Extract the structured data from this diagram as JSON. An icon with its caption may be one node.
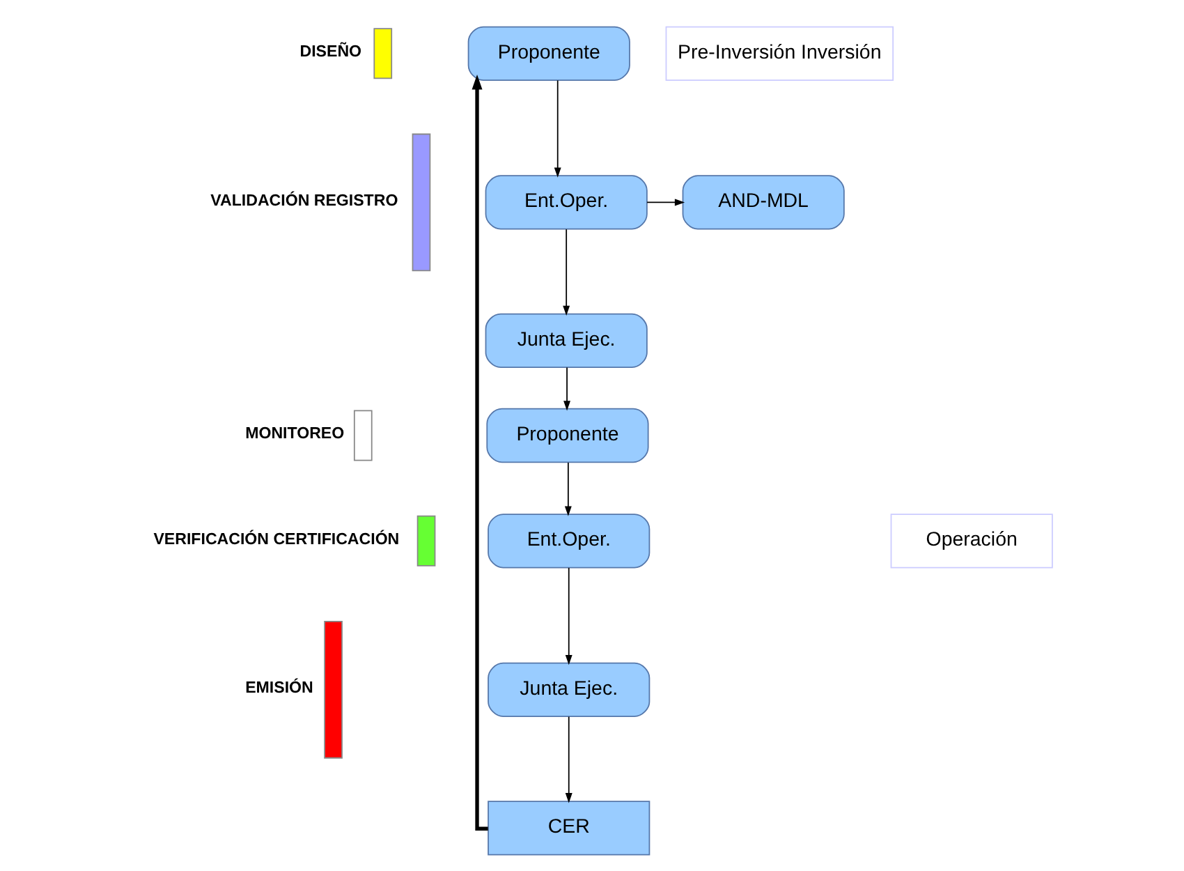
{
  "diagram": {
    "nodes": [
      {
        "text": [],
        "shape": "bar",
        "beside": [
          "DISEÑO"
        ]
      },
      {
        "text": [
          "Proponente"
        ]
      },
      {
        "text": [
          "Pre-Inversión Inversión"
        ]
      },
      {
        "text": [],
        "shape": "bar",
        "beside": [
          "VALIDACIÓN REGISTRO"
        ]
      },
      {
        "text": [
          "Ent.Oper."
        ]
      },
      {
        "text": [
          "AND-MDL"
        ]
      },
      {
        "text": [
          "Junta Ejec."
        ]
      },
      {
        "text": [],
        "shape": "bar",
        "beside": [
          "MONITOREO"
        ]
      },
      {
        "text": [
          "Proponente"
        ]
      },
      {
        "text": [],
        "shape": "bar",
        "beside": [
          "VERIFICACIÓN CERTIFICACIÓN"
        ]
      },
      {
        "text": [
          "Ent.Oper."
        ]
      },
      {
        "text": [
          "Operación"
        ]
      },
      {
        "text": [],
        "shape": "bar",
        "beside": [
          "EMISIÓN"
        ]
      },
      {
        "text": [
          "Junta Ejec."
        ]
      },
      {
        "text": [
          "CER"
        ]
      }
    ],
    "edges": [
      {
        "from": 1,
        "to": 4,
        "arrow": "to"
      },
      {
        "from": 4,
        "to": 6,
        "arrow": "to"
      },
      {
        "from": 4,
        "to": 5,
        "arrow": "to"
      },
      {
        "from": 6,
        "to": 8,
        "arrow": "to"
      },
      {
        "from": 8,
        "to": 10,
        "arrow": "to"
      },
      {
        "from": 10,
        "to": 13,
        "arrow": "to"
      },
      {
        "from": 13,
        "to": 14,
        "arrow": "to"
      },
      {
        "from": 14,
        "to": 1,
        "arrow": "to",
        "style": "thick"
      }
    ]
  }
}
